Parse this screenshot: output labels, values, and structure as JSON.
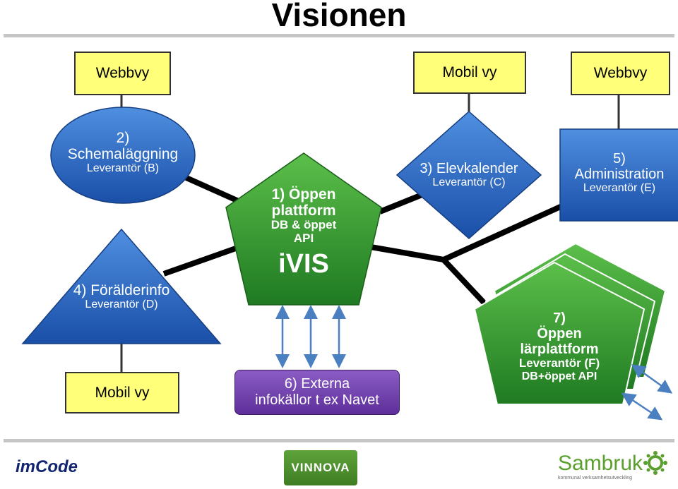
{
  "title": "Visionen",
  "boxes": {
    "webbvy_left": "Webbvy",
    "mobilvy_top": "Mobil vy",
    "webbvy_right": "Webbvy",
    "mobilvy_bottom": "Mobil vy"
  },
  "nodes": {
    "schema": {
      "line1": "2)",
      "line2": "Schemaläggning",
      "vendor": "Leverantör (B)"
    },
    "foralder": {
      "line1": "4) Förälderinfo",
      "vendor": "Leverantör (D)"
    },
    "plattform": {
      "line1": "1) Öppen",
      "line2": "plattform",
      "line3": "DB & öppet",
      "line4": "API",
      "brand": "iVIS"
    },
    "elevkalender": {
      "line1": "3) Elevkalender",
      "vendor": "Leverantör (C)"
    },
    "admin": {
      "line1": "5)",
      "line2": "Administration",
      "vendor": "Leverantör (E)"
    },
    "externa": {
      "line1": "6) Externa",
      "line2": "infokällor t ex Navet"
    },
    "larplattform": {
      "line1": "7)",
      "line2": "Öppen",
      "line3": "lärplattform",
      "vendor": "Leverantör (F)",
      "line5": "DB+öppet API"
    }
  },
  "logos": {
    "imcode": "imCode",
    "vinnova": "VINNOVA",
    "sambruk": "Sambruk",
    "sambruk_tag": "kommunal verksamhetsutveckling"
  },
  "colors": {
    "blue": "#1f5fbf",
    "green": "#2e8b2e",
    "yellow": "#ffff7a",
    "purple": "#6a3aa8",
    "arrow": "#4a7fc0"
  }
}
